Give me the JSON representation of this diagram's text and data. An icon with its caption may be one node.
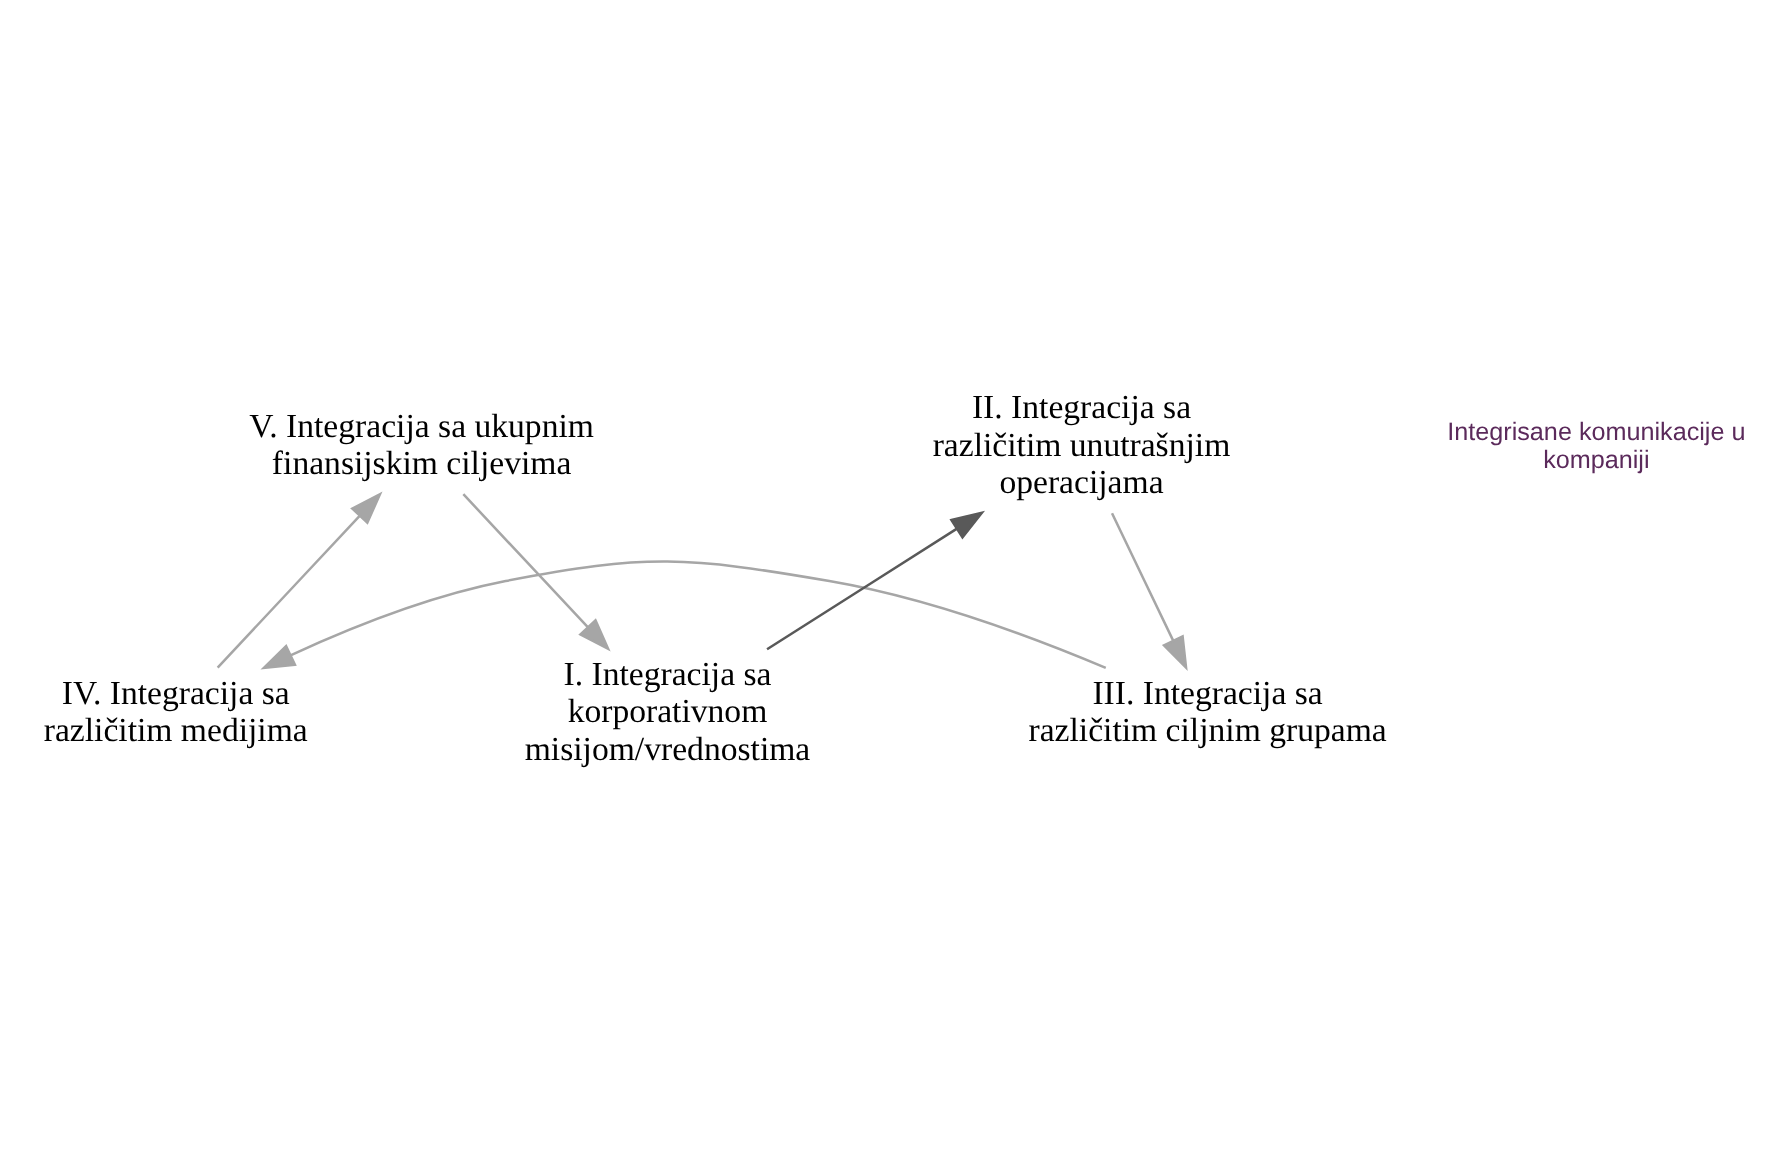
{
  "diagram": {
    "nodes": [
      {
        "text": [
          "I. Integracija sa korporativnom misijom/vrednostima"
        ]
      },
      {
        "text": [
          "II. Integracija sa različitim unutrašnjim operacijama"
        ]
      },
      {
        "text": [
          "III. Integracija sa različitim ciljnim grupama"
        ]
      },
      {
        "text": [
          "IV. Integracija sa različitim medijima"
        ]
      },
      {
        "text": [
          "V. Integracija sa ukupnim finansijskim ciljevima"
        ]
      }
    ],
    "edges": [
      {
        "from": 0,
        "to": 1,
        "arrow": "to",
        "color": "#595959"
      },
      {
        "from": 1,
        "to": 2,
        "arrow": "to"
      },
      {
        "from": 2,
        "to": 3,
        "arrow": "to"
      },
      {
        "from": 3,
        "to": 4,
        "arrow": "to"
      },
      {
        "from": 4,
        "to": 0,
        "arrow": "to"
      }
    ],
    "labels": [
      "Integrisane komunikacije u kompaniji"
    ]
  }
}
